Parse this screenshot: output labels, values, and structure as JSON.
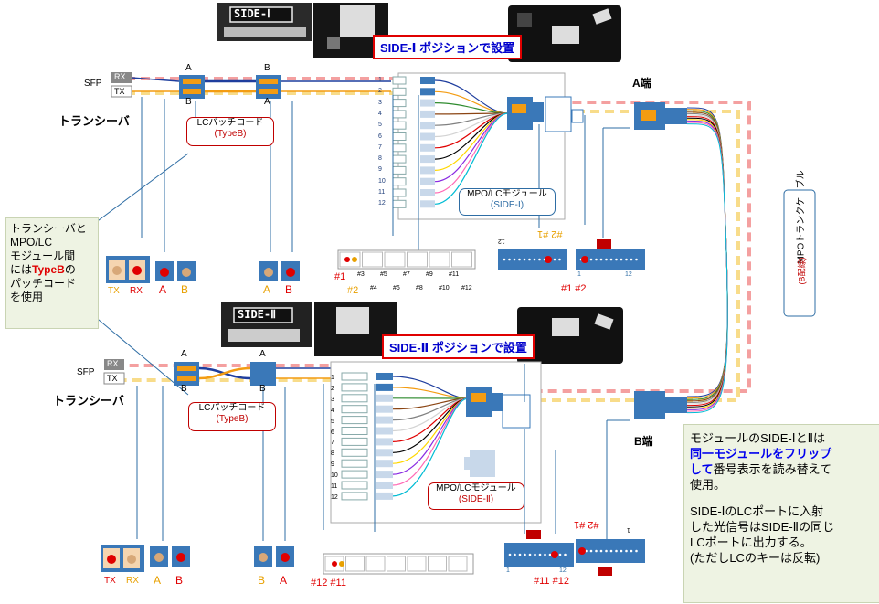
{
  "top": {
    "side_photo_label": "SIDE-Ⅰ",
    "position_banner": "SIDE-Ⅰ ポジションで設置",
    "sfp_label": "SFP",
    "rx": "RX",
    "tx": "TX",
    "transceiver": "トランシーバ",
    "conn_a": "A",
    "conn_b": "B",
    "patch_title": "LCパッチコード",
    "patch_type": "(TypeB)",
    "port_numbers": [
      "1",
      "2",
      "3",
      "4",
      "5",
      "6",
      "7",
      "8",
      "9",
      "10",
      "11",
      "12"
    ],
    "module_title": "MPO/LCモジュール",
    "module_side": "(SIDE-Ⅰ)",
    "end_label": "A端",
    "icon_labels": [
      "TX",
      "RX",
      "A",
      "B",
      "A",
      "B"
    ],
    "strip_odd": [
      "#1",
      "#3",
      "#5",
      "#7",
      "#9",
      "#11"
    ],
    "strip_even": [
      "#2",
      "#4",
      "#6",
      "#8",
      "#10",
      "#12"
    ],
    "mpo_num_12": "12",
    "mpo_num_1": "1",
    "mpo_mirror": "#2 #1",
    "mpo_labels": "#1 #2"
  },
  "trunk": {
    "title": "MPOトランクケーブル",
    "subtitle": "(B配線)"
  },
  "left_note": [
    "トランシーバと",
    "MPO/LC",
    "モジュール間",
    "には",
    "TypeB",
    "の",
    "パッチコード",
    "を使用"
  ],
  "bottom": {
    "side_photo_label": "SIDE-Ⅱ",
    "position_banner": "SIDE-Ⅱ ポジションで設置",
    "sfp_label": "SFP",
    "rx": "RX",
    "tx": "TX",
    "transceiver": "トランシーバ",
    "conn_a": "A",
    "conn_b": "B",
    "patch_title": "LCパッチコード",
    "patch_type": "(TypeB)",
    "module_title": "MPO/LCモジュール",
    "module_side": "(SIDE-Ⅱ)",
    "end_label": "B端",
    "icon_labels": [
      "TX",
      "RX",
      "A",
      "B",
      "B",
      "A"
    ],
    "strip_labels": "#12 #11",
    "mpo_labels": "#11 #12",
    "mpo_mirror": "#2 #1",
    "mpo_num_1": "1",
    "mpo_num_12": "12"
  },
  "right_note": {
    "line1": "モジュールのSIDE-ⅠとⅡは",
    "line2_blue": "同一モジュールをフリップ",
    "line3_blue": "して",
    "line3_rest": "番号表示を読み替えて",
    "line4": "使用。",
    "line5": "SIDE-ⅠのLCポートに入射",
    "line6": "した光信号はSIDE-Ⅱの同じ",
    "line7": "LCポートに出力する。",
    "line8": "(ただしLCのキーは反転)"
  },
  "colors": {
    "fiber": [
      "#1f3e9e",
      "#f39c12",
      "#2e8b2e",
      "#8b4513",
      "#808080",
      "#d3d3d3",
      "#e00000",
      "#000000",
      "#ffd700",
      "#8a2be2",
      "#ff69b4",
      "#00bcd4"
    ],
    "red_dash": "#f4a0a0",
    "yellow_dash": "#f8dc8a",
    "module_blue": "#3a78b8",
    "accent_red": "#c00000",
    "accent_blue": "#0000ff"
  }
}
